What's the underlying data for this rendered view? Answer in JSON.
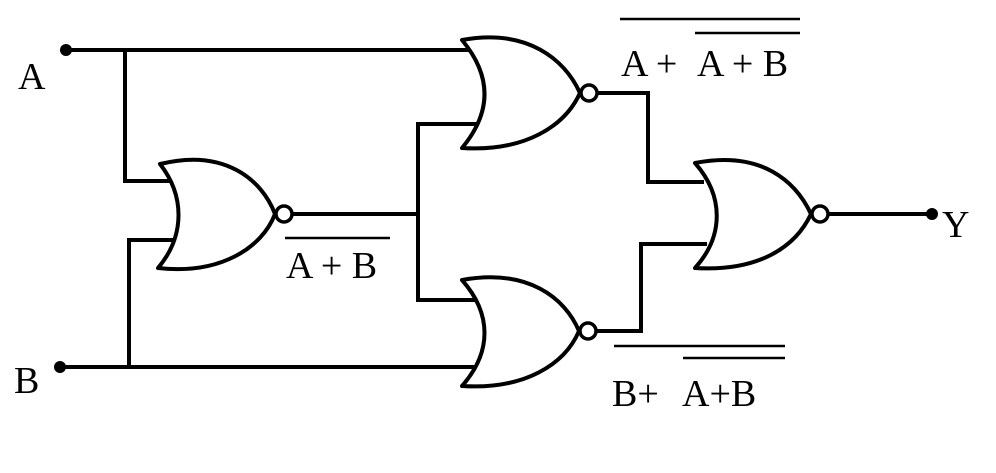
{
  "inputs": {
    "a": "A",
    "b": "B"
  },
  "output": {
    "y": "Y"
  },
  "expressions": {
    "nor1": "A + B",
    "nor2_outer": "A + ",
    "nor2_inner": "A + B",
    "nor3_outer": "B+",
    "nor3_inner": "A+B"
  },
  "gates": [
    {
      "id": "nor1",
      "type": "NOR"
    },
    {
      "id": "nor2",
      "type": "NOR"
    },
    {
      "id": "nor3",
      "type": "NOR"
    },
    {
      "id": "nor4",
      "type": "NOR"
    }
  ]
}
